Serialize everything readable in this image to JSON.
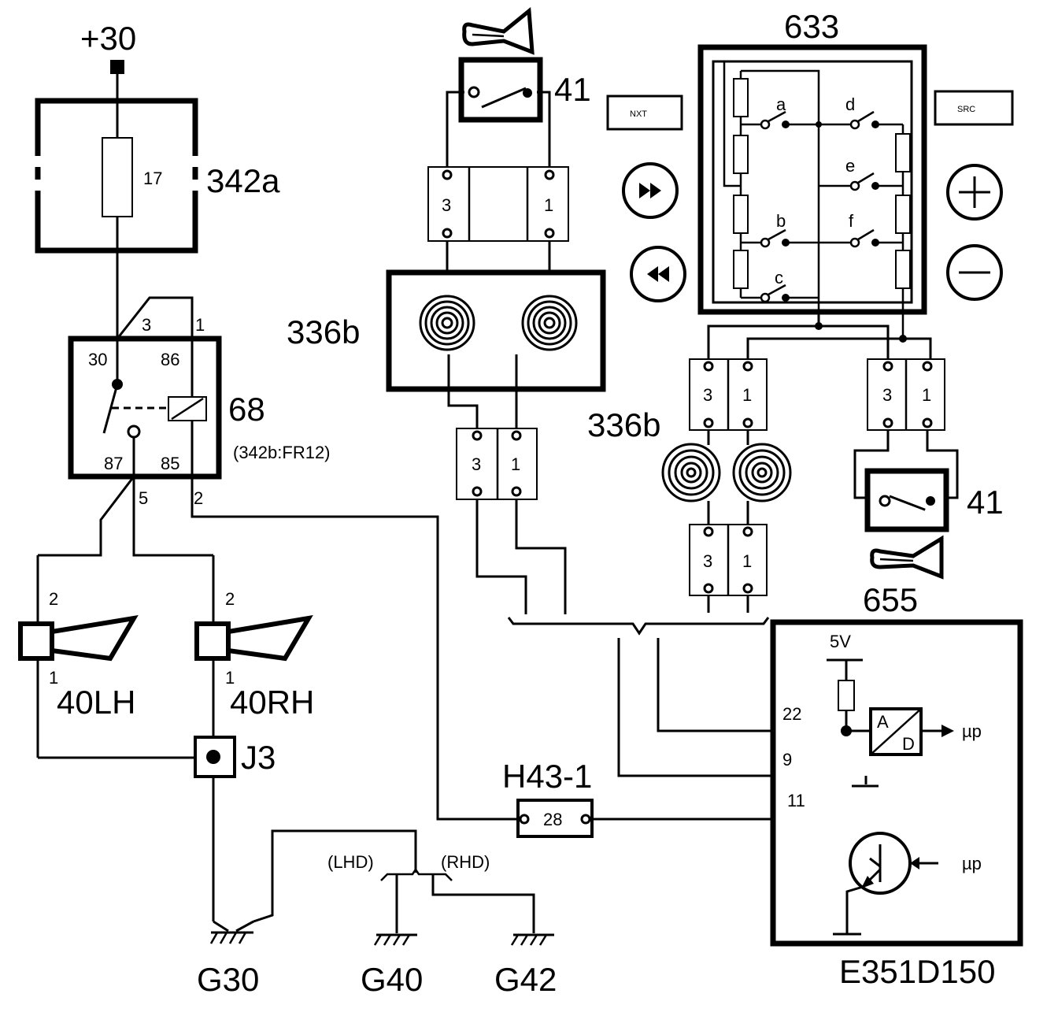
{
  "supply": "+30",
  "fuse": {
    "ref": "342a",
    "number": "17"
  },
  "relay": {
    "ref": "68",
    "note": "(342b:FR12)",
    "pins": {
      "p30": "30",
      "p86": "86",
      "p87": "87",
      "p85": "85"
    },
    "wires": {
      "w3": "3",
      "w1": "1",
      "w5": "5",
      "w2": "2"
    }
  },
  "horns": {
    "lh": {
      "ref": "40LH",
      "pin_top": "2",
      "pin_bottom": "1"
    },
    "rh": {
      "ref": "40RH",
      "pin_top": "2",
      "pin_bottom": "1"
    }
  },
  "splice": "J3",
  "connector_h43": {
    "ref": "H43-1",
    "pin": "28"
  },
  "grounds": {
    "g30": "G30",
    "g40": "G40",
    "g42": "G42"
  },
  "lhd_rhd": {
    "lhd": "(LHD)",
    "rhd": "(RHD)"
  },
  "horn_switch_ref": "41",
  "clock_spring_ref": "336b",
  "connector_pins": {
    "a": "3",
    "b": "1"
  },
  "switch_panel": {
    "ref": "633",
    "switches": [
      "a",
      "b",
      "c",
      "d",
      "e",
      "f"
    ],
    "buttons": {
      "nxt": "NXT",
      "src": "SRC"
    }
  },
  "module": {
    "ref": "655",
    "code": "E351D150",
    "voltage": "5V",
    "pins": {
      "p22": "22",
      "p9": "9",
      "p11": "11"
    },
    "adc": {
      "a": "A",
      "d": "D"
    },
    "up_label": "µp"
  }
}
